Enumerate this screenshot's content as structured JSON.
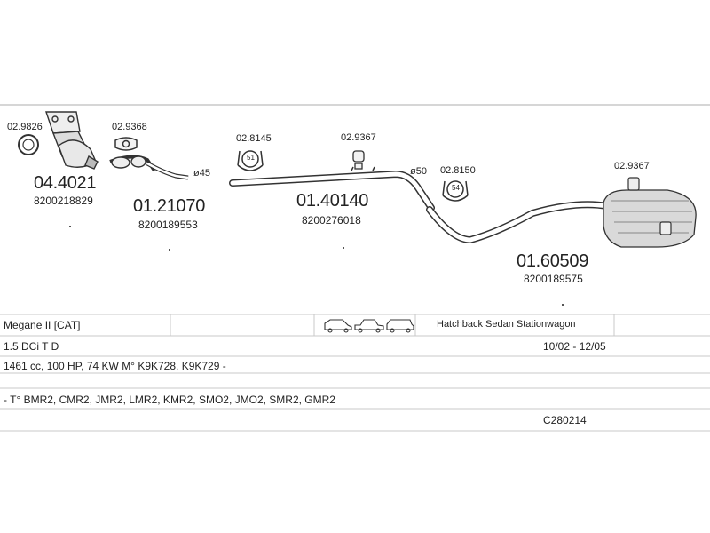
{
  "parts": [
    {
      "id": "gasket",
      "code": "02.9826"
    },
    {
      "id": "catalyst",
      "code": "04.4021",
      "oem": "8200218829"
    },
    {
      "id": "front-gasket",
      "code": "02.9368"
    },
    {
      "id": "front-pipe",
      "code": "01.21070",
      "oem": "8200189553",
      "diameter": "ø45"
    },
    {
      "id": "clamp-1",
      "code": "02.8145",
      "clamp_size": "51"
    },
    {
      "id": "hanger-1",
      "code": "02.9367"
    },
    {
      "id": "middle-pipe",
      "code": "01.40140",
      "oem": "8200276018",
      "diameter": "ø50"
    },
    {
      "id": "clamp-2",
      "code": "02.8150",
      "clamp_size": "54"
    },
    {
      "id": "hanger-2",
      "code": "02.9367"
    },
    {
      "id": "rear-silencer",
      "code": "01.60509",
      "oem": "8200189575"
    }
  ],
  "info": {
    "model": "Megane II  [CAT]",
    "body_types": "Hatchback Sedan Stationwagon",
    "engine": "1.5 DCi T D",
    "years": "10/02 - 12/05",
    "spec": "1461 cc, 100 HP, 74 KW M° K9K728, K9K729 -",
    "types": "- T° BMR2, CMR2, JMR2, LMR2, KMR2, SMO2, JMO2, SMR2, GMR2",
    "ref": "C280214"
  },
  "colors": {
    "line": "#bdbdbd",
    "ink": "#222222",
    "part_stroke": "#333333"
  }
}
